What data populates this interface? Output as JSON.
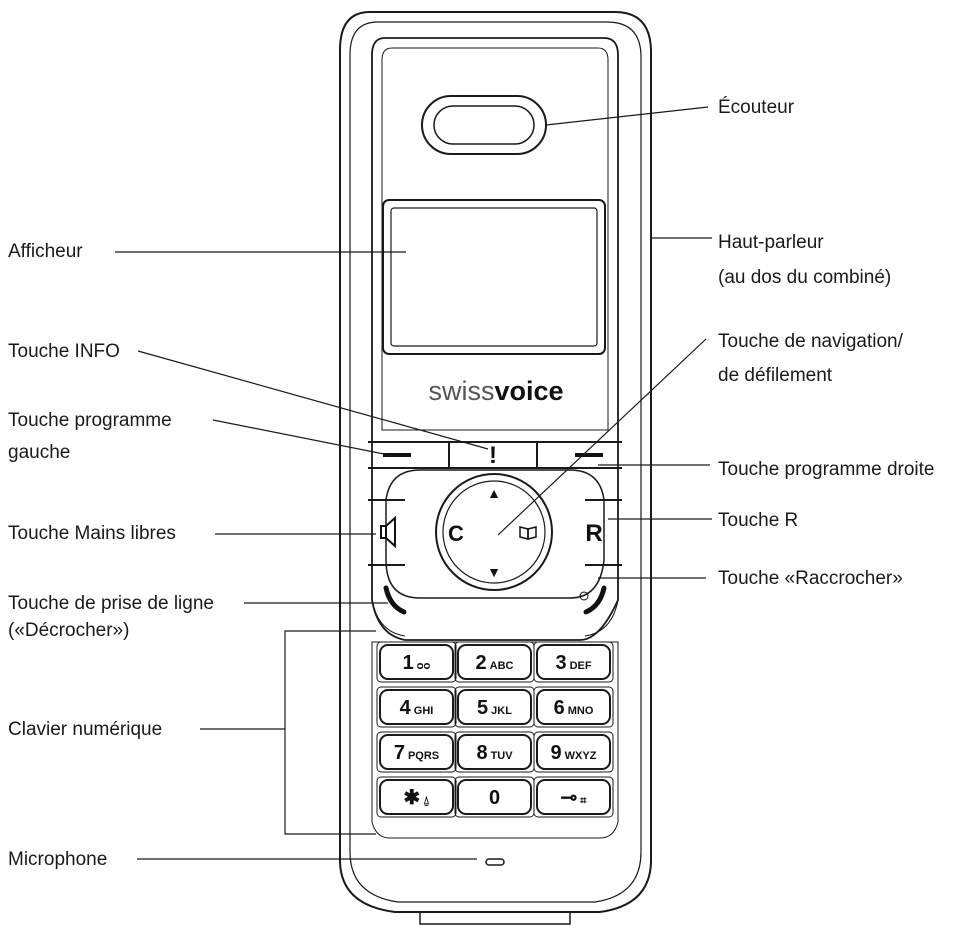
{
  "labels": {
    "ecouteur": "Écouteur",
    "haut_parleur_1": "Haut-parleur",
    "haut_parleur_2": "(au dos du combiné)",
    "afficheur": "Afficheur",
    "touche_info": "Touche INFO",
    "navigation_1": "Touche de navigation/",
    "navigation_2": "de défilement",
    "prog_gauche_1": "Touche programme",
    "prog_gauche_2": "gauche",
    "prog_droite": "Touche programme droite",
    "mains_libres": "Touche Mains libres",
    "touche_r": "Touche R",
    "raccrocher": "Touche «Raccrocher»",
    "prise_ligne_1": "Touche de prise de ligne",
    "prise_ligne_2": "(«Décrocher»)",
    "clavier": "Clavier numérique",
    "microphone": "Microphone"
  },
  "phone": {
    "brand_light": "swiss",
    "brand_bold": "voice",
    "info_key": "!",
    "clear_key": "C",
    "r_key": "R",
    "nav_up": "▲",
    "nav_down": "▼",
    "keys": [
      {
        "digit": "1",
        "letters": "ᴑᴑ"
      },
      {
        "digit": "2",
        "letters": "ABC"
      },
      {
        "digit": "3",
        "letters": "DEF"
      },
      {
        "digit": "4",
        "letters": "GHI"
      },
      {
        "digit": "5",
        "letters": "JKL"
      },
      {
        "digit": "6",
        "letters": "MNO"
      },
      {
        "digit": "7",
        "letters": "PQRS"
      },
      {
        "digit": "8",
        "letters": "TUV"
      },
      {
        "digit": "9",
        "letters": "WXYZ"
      },
      {
        "digit": "✱",
        "letters": "⍙"
      },
      {
        "digit": "0",
        "letters": ""
      },
      {
        "digit": "⊸",
        "letters": "⌗"
      }
    ]
  },
  "colors": {
    "outline": "#1a1a1a",
    "body_fill": "#ffffff"
  }
}
